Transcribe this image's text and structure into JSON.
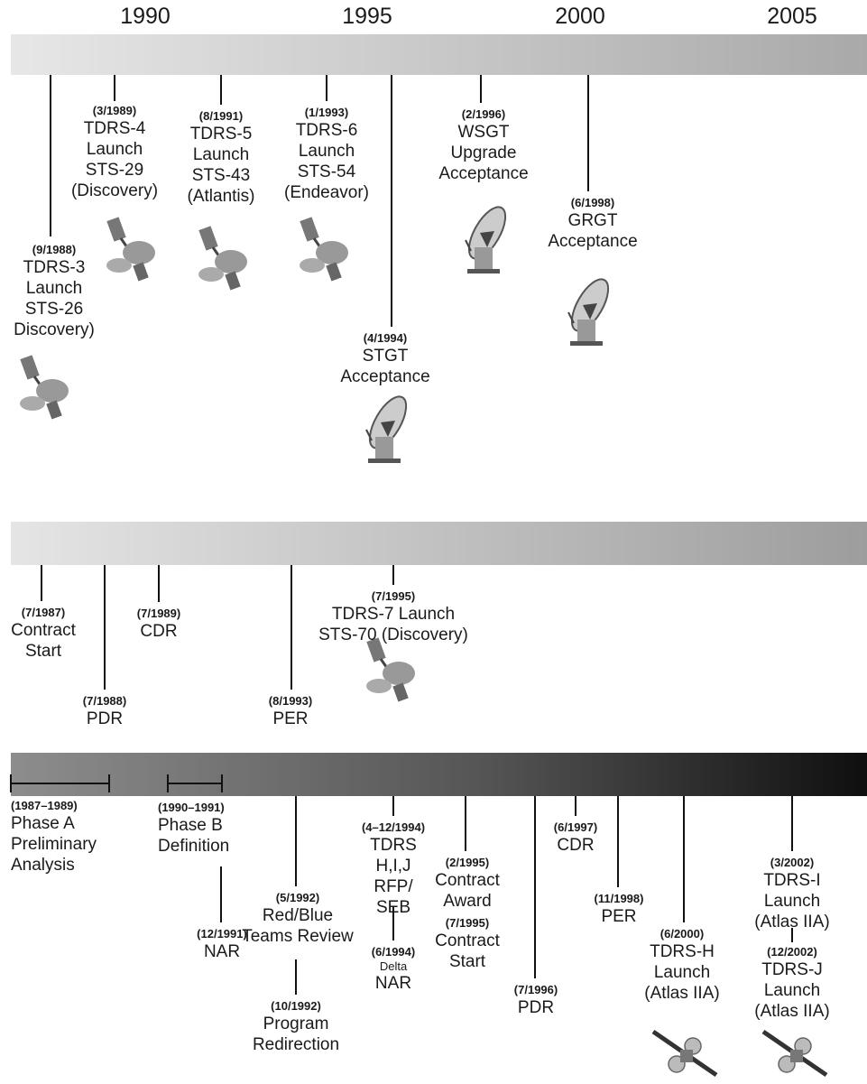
{
  "years": [
    "1990",
    "1995",
    "2000",
    "2005"
  ],
  "row1": [
    {
      "date": "(9/1988)",
      "lines": [
        "TDRS-3",
        "Launch",
        "STS-26",
        "Discovery)"
      ],
      "icon": "tdrs-satellite-icon"
    },
    {
      "date": "(3/1989)",
      "lines": [
        "TDRS-4",
        "Launch",
        "STS-29",
        "(Discovery)"
      ],
      "icon": "tdrs-satellite-icon"
    },
    {
      "date": "(8/1991)",
      "lines": [
        "TDRS-5",
        "Launch",
        "STS-43",
        "(Atlantis)"
      ],
      "icon": "tdrs-satellite-icon"
    },
    {
      "date": "(1/1993)",
      "lines": [
        "TDRS-6",
        "Launch",
        "STS-54",
        "(Endeavor)"
      ],
      "icon": "tdrs-satellite-icon"
    },
    {
      "date": "(4/1994)",
      "lines": [
        "STGT",
        "Acceptance"
      ],
      "icon": "ground-antenna-icon"
    },
    {
      "date": "(2/1996)",
      "lines": [
        "WSGT",
        "Upgrade",
        "Acceptance"
      ],
      "icon": "ground-antenna-icon"
    },
    {
      "date": "(6/1998)",
      "lines": [
        "GRGT",
        "Acceptance"
      ],
      "icon": "ground-antenna-icon"
    }
  ],
  "row2": [
    {
      "date": "(7/1987)",
      "lines": [
        "Contract",
        "Start"
      ]
    },
    {
      "date": "(7/1988)",
      "lines": [
        "PDR"
      ]
    },
    {
      "date": "(7/1989)",
      "lines": [
        "CDR"
      ]
    },
    {
      "date": "(8/1993)",
      "lines": [
        "PER"
      ]
    },
    {
      "date": "(7/1995)",
      "lines": [
        "TDRS-7 Launch",
        "STS-70 (Discovery)"
      ],
      "icon": "tdrs-satellite-icon"
    }
  ],
  "row3": [
    {
      "date": "(1987–1989)",
      "lines": [
        "Phase A",
        "Preliminary",
        "Analysis"
      ]
    },
    {
      "date": "(1990–1991)",
      "lines": [
        "Phase B",
        "Definition"
      ]
    },
    {
      "date": "(12/1991)",
      "lines": [
        "NAR"
      ]
    },
    {
      "date": "(5/1992)",
      "lines": [
        "Red/Blue",
        "Teams Review"
      ]
    },
    {
      "date": "(10/1992)",
      "lines": [
        "Program",
        "Redirection"
      ]
    },
    {
      "date": "(4–12/1994)",
      "lines": [
        "TDRS",
        "H,I,J",
        "RFP/",
        "SEB"
      ]
    },
    {
      "date": "(6/1994)",
      "sub": "Delta",
      "lines": [
        "NAR"
      ]
    },
    {
      "date": "(2/1995)",
      "lines": [
        "Contract",
        "Award"
      ]
    },
    {
      "date": "(7/1995)",
      "lines": [
        "Contract",
        "Start"
      ]
    },
    {
      "date": "(7/1996)",
      "lines": [
        "PDR"
      ]
    },
    {
      "date": "(6/1997)",
      "lines": [
        "CDR"
      ]
    },
    {
      "date": "(11/1998)",
      "lines": [
        "PER"
      ]
    },
    {
      "date": "(6/2000)",
      "lines": [
        "TDRS-H",
        "Launch",
        "(Atlas IIA)"
      ],
      "icon": "tdrs-h-satellite-icon"
    },
    {
      "date": "(3/2002)",
      "lines": [
        "TDRS-I",
        "Launch",
        "(Atlas IIA)"
      ]
    },
    {
      "date": "(12/2002)",
      "lines": [
        "TDRS-J",
        "Launch",
        "(Atlas IIA)"
      ],
      "icon": "tdrs-h-satellite-icon"
    }
  ]
}
